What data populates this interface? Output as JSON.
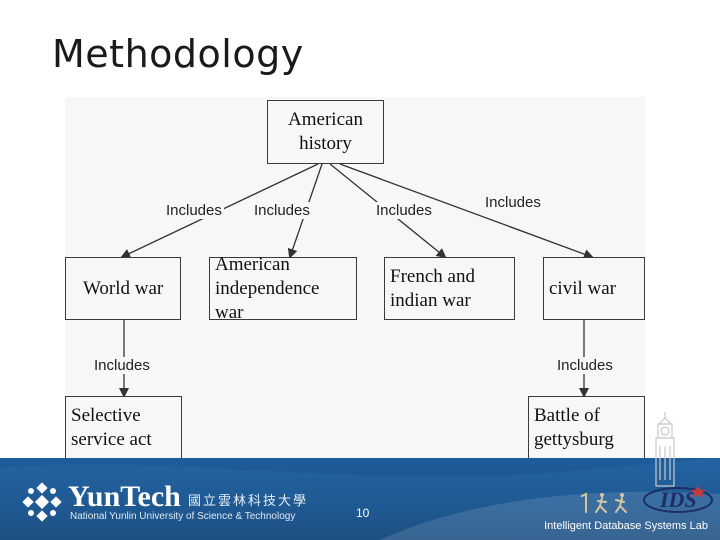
{
  "slide": {
    "title": "Methodology",
    "page_number": "10"
  },
  "diagram": {
    "nodes": {
      "root": "American history",
      "world_war": "World war",
      "american_independence_war": "American independence war",
      "french_indian_war": "French and indian war",
      "civil_war": "civil war",
      "selective_service_act": "Selective service act",
      "battle_of_gettysburg": "Battle of gettysburg"
    },
    "edge_labels": {
      "root_world_war": "Includes",
      "root_independence": "Includes",
      "root_french_indian": "Includes",
      "root_civil_war": "Includes",
      "world_war_selective": "Includes",
      "civil_war_gettysburg": "Includes"
    }
  },
  "footer": {
    "university_short": "YunTech",
    "university_cjk": "國立雲林科技大學",
    "university_full": "National Yunlin University of Science & Technology",
    "lab_logo_text": "IDS",
    "lab_name": "Intelligent Database Systems Lab",
    "colors": {
      "band": "#1a4f86",
      "text": "#ffffff"
    }
  }
}
